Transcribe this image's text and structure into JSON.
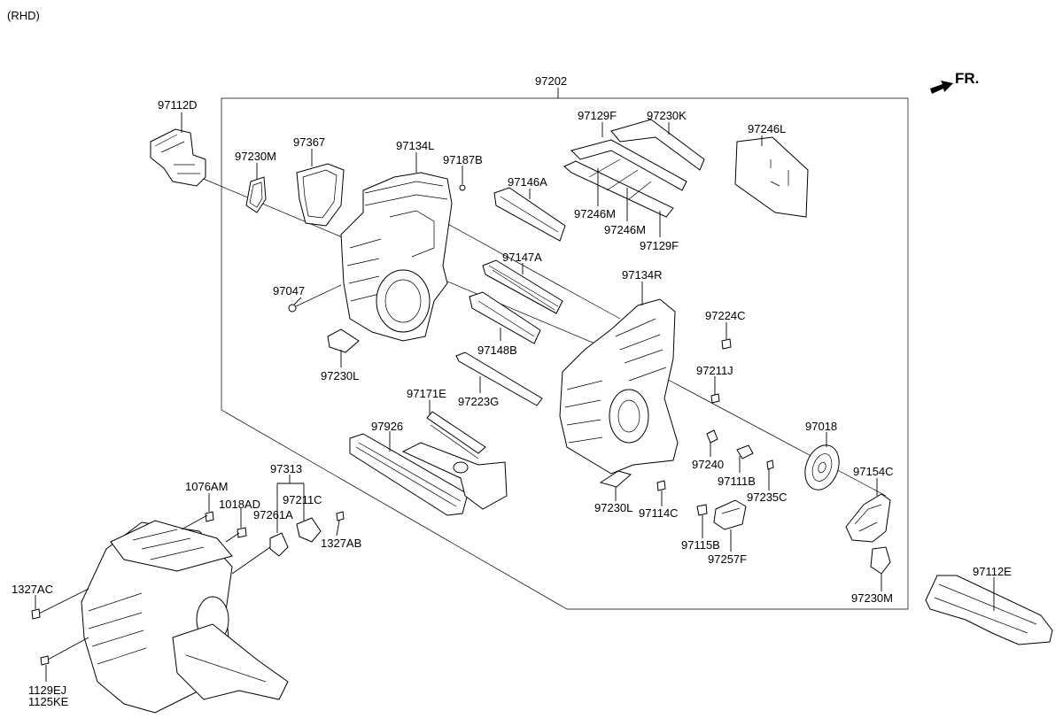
{
  "header": {
    "variant": "(RHD)",
    "direction": "FR."
  },
  "parts": {
    "p97202": "97202",
    "p97112D": "97112D",
    "p97230M_a": "97230M",
    "p97367": "97367",
    "p97134L": "97134L",
    "p97187B": "97187B",
    "p97129F_a": "97129F",
    "p97230K": "97230K",
    "p97246L": "97246L",
    "p97146A": "97146A",
    "p97246M_a": "97246M",
    "p97246M_b": "97246M",
    "p97129F_b": "97129F",
    "p97147A": "97147A",
    "p97134R": "97134R",
    "p97047": "97047",
    "p97224C": "97224C",
    "p97148B": "97148B",
    "p97230L_a": "97230L",
    "p97211J": "97211J",
    "p97223G": "97223G",
    "p97171E": "97171E",
    "p97018": "97018",
    "p97926": "97926",
    "p97240": "97240",
    "p97154C": "97154C",
    "p97111B": "97111B",
    "p97235C": "97235C",
    "p97313": "97313",
    "p97230L_b": "97230L",
    "p97114C": "97114C",
    "p1076AM": "1076AM",
    "p1018AD": "1018AD",
    "p97211C": "97211C",
    "p97261A": "97261A",
    "p1327AB": "1327AB",
    "p97115B": "97115B",
    "p97257F": "97257F",
    "p1327AC": "1327AC",
    "p97230M_b": "97230M",
    "p97112E": "97112E",
    "p1129EJ": "1129EJ",
    "p1125KE": "1125KE"
  }
}
